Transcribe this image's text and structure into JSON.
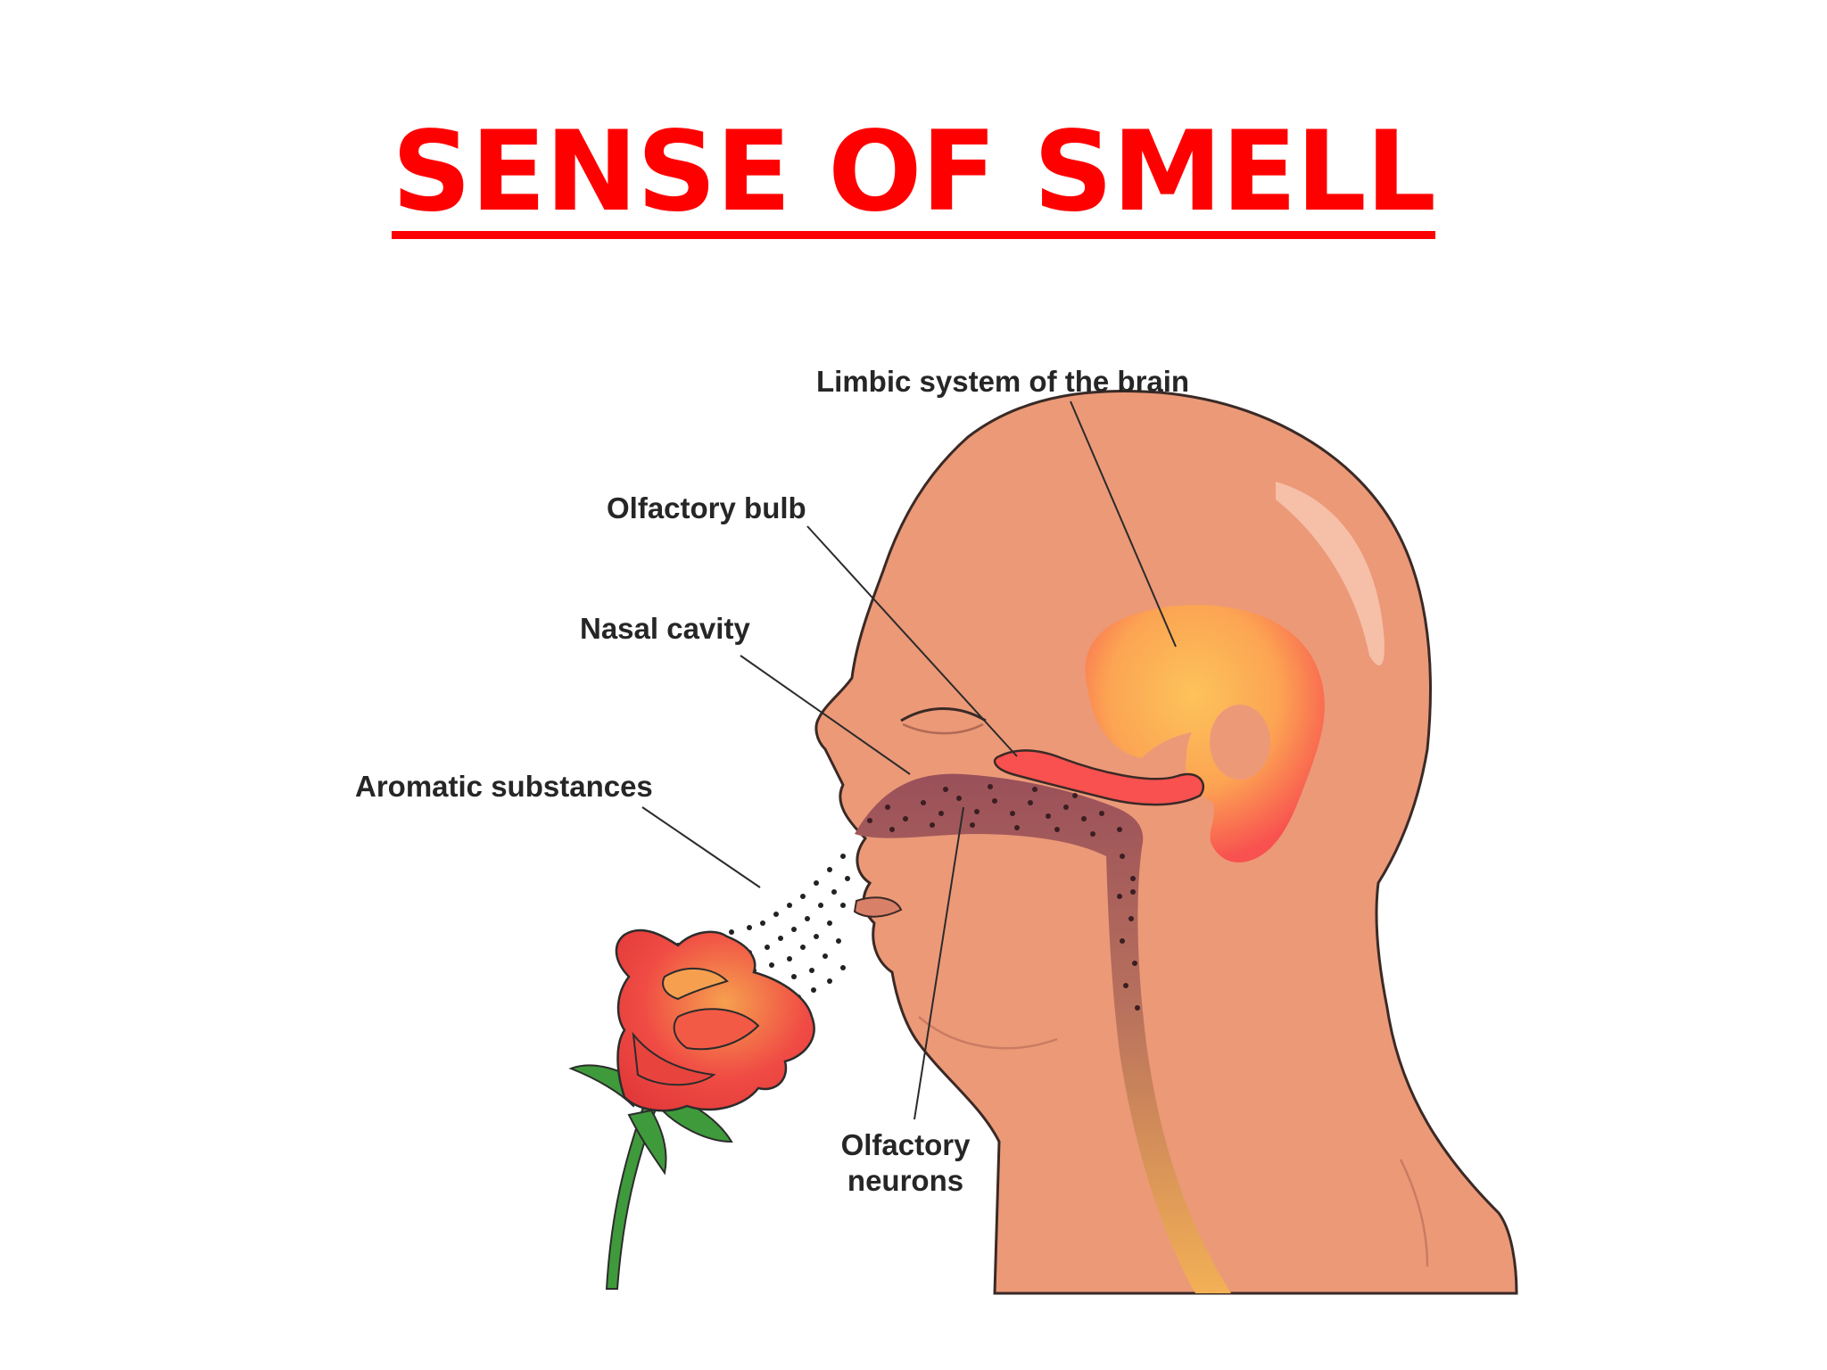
{
  "title": "SENSE OF SMELL",
  "labels": {
    "limbic": "Limbic system of the brain",
    "bulb": "Olfactory bulb",
    "cavity": "Nasal cavity",
    "aromatic": "Aromatic substances",
    "neurons_line1": "Olfactory",
    "neurons_line2": "neurons"
  },
  "colors": {
    "title": "#ff0000",
    "skin": "#ec9978",
    "skin_outline": "#3a2a26",
    "brain_center": "#fdc35a",
    "brain_edge": "#f8514f",
    "nasal_passage": "#9a5059",
    "airway_bottom": "#f3b055",
    "rose_petal": "#f04b44",
    "rose_highlight": "#f6a04f",
    "leaf": "#3f9a3c"
  }
}
